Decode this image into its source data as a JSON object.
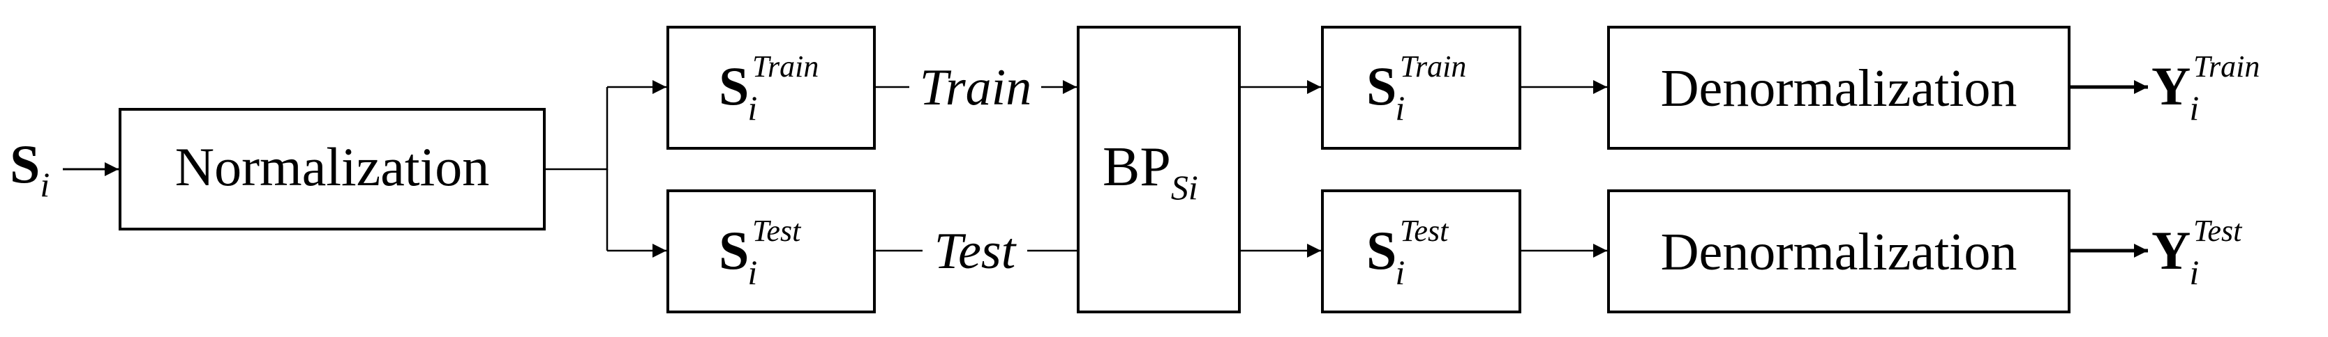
{
  "input": {
    "symbol": "S",
    "sub": "i"
  },
  "normalization": {
    "label": "Normalization"
  },
  "split_train": {
    "symbol": "S",
    "sub": "i",
    "sup": "Train"
  },
  "split_test": {
    "symbol": "S",
    "sub": "i",
    "sup": "Test"
  },
  "edge_train": {
    "label": "Train"
  },
  "edge_test": {
    "label": "Test"
  },
  "bp": {
    "symbol": "BP",
    "sub": "Si"
  },
  "pred_train": {
    "symbol": "S",
    "sub": "i",
    "sup": "Train"
  },
  "pred_test": {
    "symbol": "S",
    "sub": "i",
    "sup": "Test"
  },
  "denorm_train": {
    "label": "Denormalization"
  },
  "denorm_test": {
    "label": "Denormalization"
  },
  "output_train": {
    "symbol": "Y",
    "sub": "i",
    "sup": "Train"
  },
  "output_test": {
    "symbol": "Y",
    "sub": "i",
    "sup": "Test"
  }
}
